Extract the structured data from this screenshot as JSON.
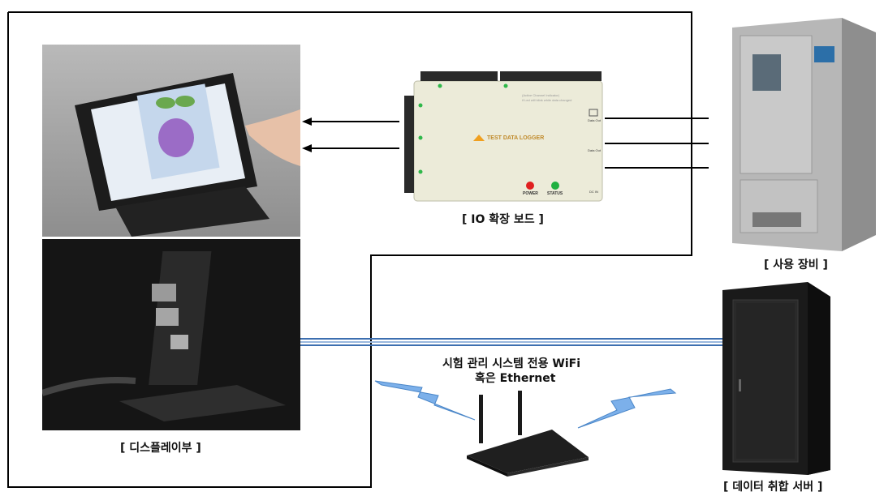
{
  "labels": {
    "io_board": "[ IO 확장 보드 ]",
    "equipment": "[ 사용 장비 ]",
    "display": "[ 디스플레이부 ]",
    "server": "[ 데이터 취합 서버 ]",
    "network_line1": "시험 관리 시스템 전용  WiFi",
    "network_line2": "혹은 Ethernet"
  },
  "logger": {
    "brand": "TEST DATA LOGGER",
    "power": "POWER",
    "status": "STATUS",
    "data_out_1": "Data Out",
    "data_out_2": "Data Out",
    "dc_in": "DC IN",
    "channel_indicator": "(Active Channel Indicator)",
    "channel_hint": "if Led will blink while data changed"
  },
  "colors": {
    "wire": "#000000",
    "ethernet": "#4f7fb8",
    "wifi_bolt": "#6fa8e6",
    "power_led": "#e02020",
    "status_led": "#20b040",
    "led_green": "#2fb84a"
  }
}
